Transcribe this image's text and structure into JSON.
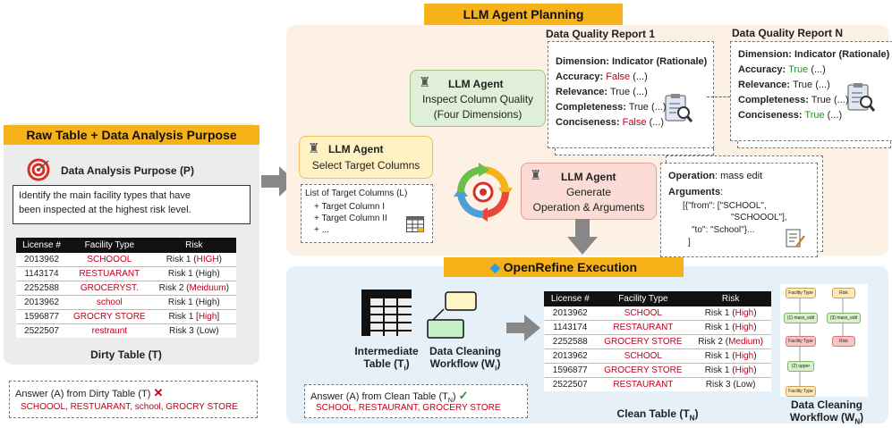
{
  "left": {
    "header": "Raw Table + Data Analysis Purpose",
    "purpose_title": "Data Analysis Purpose (P)",
    "purpose_text_1": "Identify the main facility types that have",
    "purpose_text_2": "been inspected at the highest risk level.",
    "table_headers": [
      "License #",
      "Facility Type",
      "Risk"
    ],
    "rows": [
      {
        "lic": "2013962",
        "fac": "SCHOOOL",
        "risk_pre": "Risk 1 (",
        "risk_hl": "HIGH",
        "risk_post": ")"
      },
      {
        "lic": "1143174",
        "fac": "RESTUARANT",
        "risk_pre": "Risk 1 (High)",
        "risk_hl": "",
        "risk_post": ""
      },
      {
        "lic": "2252588",
        "fac": "GROCERYST.",
        "risk_pre": "Risk 2 (",
        "risk_hl": "Meiduum",
        "risk_post": ")"
      },
      {
        "lic": "2013962",
        "fac": "school",
        "risk_pre": "Risk 1 (High)",
        "risk_hl": "",
        "risk_post": ""
      },
      {
        "lic": "1596877",
        "fac": "GROCRY STORE",
        "risk_pre": "Risk 1 [",
        "risk_hl": "High",
        "risk_post": "]"
      },
      {
        "lic": "2522507",
        "fac": "restraunt",
        "risk_pre": "Risk 3 (Low)",
        "risk_hl": "",
        "risk_post": ""
      }
    ],
    "caption": "Dirty Table (T)",
    "answer_title": "Answer (A) from Dirty Table (T)",
    "answer_mark": "✕",
    "answer_values": "SCHOOOL, RESTUARANT, school, GROCRY STORE"
  },
  "planning": {
    "header": "LLM Agent Planning",
    "select_agent": {
      "title": "LLM Agent",
      "line1": "Select Target Columns"
    },
    "target_list": {
      "title": "List of Target Columns (L)",
      "items": [
        "+ Target Column I",
        "+ Target Column II",
        "+ ..."
      ]
    },
    "inspect_agent": {
      "title": "LLM Agent",
      "line1": "Inspect Column Quality",
      "line2": "(Four Dimensions)"
    },
    "generate_agent": {
      "title": "LLM Agent",
      "line1": "Generate",
      "line2": "Operation & Arguments"
    },
    "report1": {
      "title": "Data Quality Report 1",
      "dimension": "Dimension:",
      "indicator": "Indicator (Rationale)",
      "rows": [
        {
          "k": "Accuracy:",
          "v": "False",
          "r": "(...)"
        },
        {
          "k": "Relevance:",
          "v": "True",
          "r": "(...)"
        },
        {
          "k": "Completeness:",
          "v": "True",
          "r": "(...)"
        },
        {
          "k": "Conciseness:",
          "v": "False",
          "r": "(...)"
        }
      ]
    },
    "reportN": {
      "title": "Data Quality Report N",
      "dimension": "Dimension:",
      "indicator": "Indicator (Rationale)",
      "rows": [
        {
          "k": "Accuracy:",
          "v": "True",
          "r": "(...)"
        },
        {
          "k": "Relevance:",
          "v": "True",
          "r": "(...)"
        },
        {
          "k": "Completeness:",
          "v": "True",
          "r": "(...)"
        },
        {
          "k": "Conciseness:",
          "v": "True",
          "r": "(...)"
        }
      ]
    },
    "operation": {
      "op_label": "Operation",
      "op_value": ": mass edit",
      "args_label": "Arguments",
      "args_colon": ":",
      "line1": "[{\"from\": [\"SCHOOL\",",
      "line2": "\"SCHOOOL\"],",
      "line3": "\"to\": \"School\"}...",
      "line4": "]"
    }
  },
  "execution": {
    "header": "OpenRefine Execution",
    "intermediate_caption_1": "Intermediate",
    "intermediate_caption_2": "Table (T",
    "intermediate_sub": "i",
    "workflow_caption_1": "Data Cleaning",
    "workflow_caption_2": "Workflow (W",
    "workflow_sub": "i",
    "clean_headers": [
      "License #",
      "Facility Type",
      "Risk"
    ],
    "clean_rows": [
      {
        "lic": "2013962",
        "fac": "SCHOOL",
        "risk": "Risk 1 (",
        "hl": "High",
        "post": ")"
      },
      {
        "lic": "1143174",
        "fac": "RESTAURANT",
        "risk": "Risk 1 (",
        "hl": "High",
        "post": ")"
      },
      {
        "lic": "2252588",
        "fac": "GROCERY STORE",
        "risk": "Risk 2 (",
        "hl": "Medium",
        "post": ")"
      },
      {
        "lic": "2013962",
        "fac": "SCHOOL",
        "risk": "Risk 1 (",
        "hl": "High",
        "post": ")"
      },
      {
        "lic": "1596877",
        "fac": "GROCERY STORE",
        "risk": "Risk 1 (",
        "hl": "High",
        "post": ")"
      },
      {
        "lic": "2522507",
        "fac": "RESTAURANT",
        "risk": "Risk 3 (Low)",
        "hl": "",
        "post": ""
      }
    ],
    "clean_caption": "Clean Table (T",
    "clean_sub": "N",
    "answer_title": "Answer (A) from Clean Table (T",
    "answer_sub": "N",
    "answer_mark": "✓",
    "answer_values": "SCHOOL, RESTAURANT, GROCERY STORE",
    "wf_nodes": {
      "ft": "Facility Type",
      "risk": "Risk",
      "m1": "(1) mass_edit",
      "m3": "(3) mass_edit",
      "ft2": "Facility Type",
      "risk2": "Risk",
      "up": "(2) upper",
      "ft3": "Facility Type"
    },
    "final_wf_caption_1": "Data Cleaning",
    "final_wf_caption_2": "Workflow (W",
    "final_wf_sub": "N"
  },
  "colors": {
    "header": "#f7b21a",
    "panel_left": "#ececec",
    "panel_plan": "#fcf1e4",
    "panel_exec": "#e6f0f8",
    "agent_yellow": "#fff1c2",
    "agent_green": "#e0f0d8",
    "agent_red": "#fbdbd5",
    "bad": "#c0001c",
    "good": "#2e8a2e"
  }
}
